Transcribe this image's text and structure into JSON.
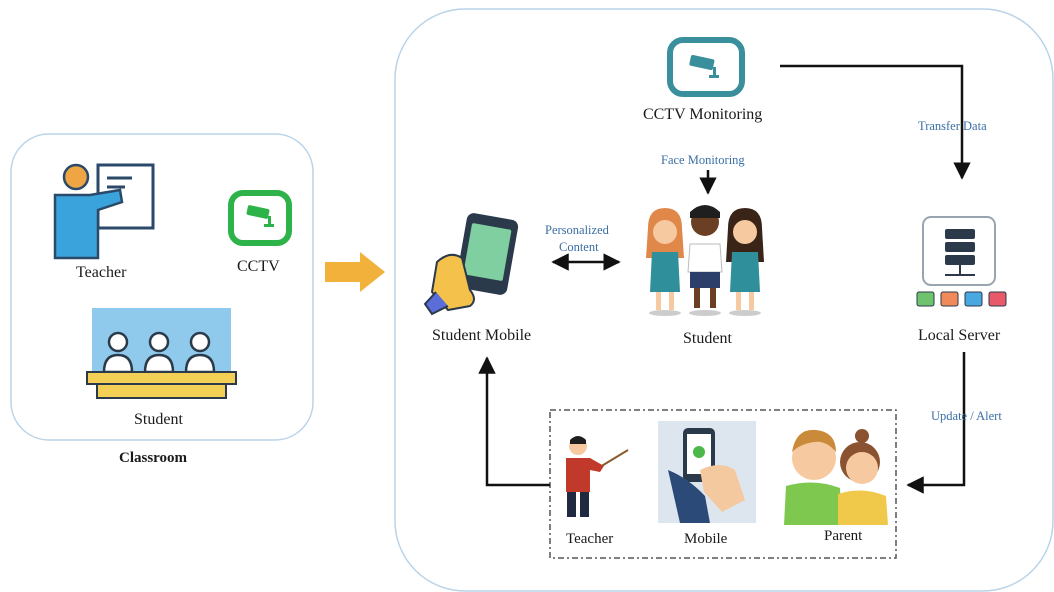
{
  "classroom": {
    "title": "Classroom",
    "teacher_label": "Teacher",
    "cctv_label": "CCTV",
    "student_label": "Student"
  },
  "system": {
    "cctv_monitoring_label": "CCTV Monitoring",
    "face_monitoring_label": "Face Monitoring",
    "transfer_data_label": "Transfer  Data",
    "student_mobile_label": "Student Mobile",
    "personalized_content_line1": "Personalized",
    "personalized_content_line2": "Content",
    "student_label": "Student",
    "local_server_label": "Local Server",
    "update_alert_label": "Update / Alert",
    "teacher_label": "Teacher",
    "mobile_label": "Mobile",
    "parent_label": "Parent"
  },
  "colors": {
    "box_border": "#b9d3e8",
    "arrow_orange": "#f2b13a",
    "cctv_green": "#2db34a",
    "cctv_teal": "#3a8f9c",
    "edge_text": "#3a6ea5"
  }
}
